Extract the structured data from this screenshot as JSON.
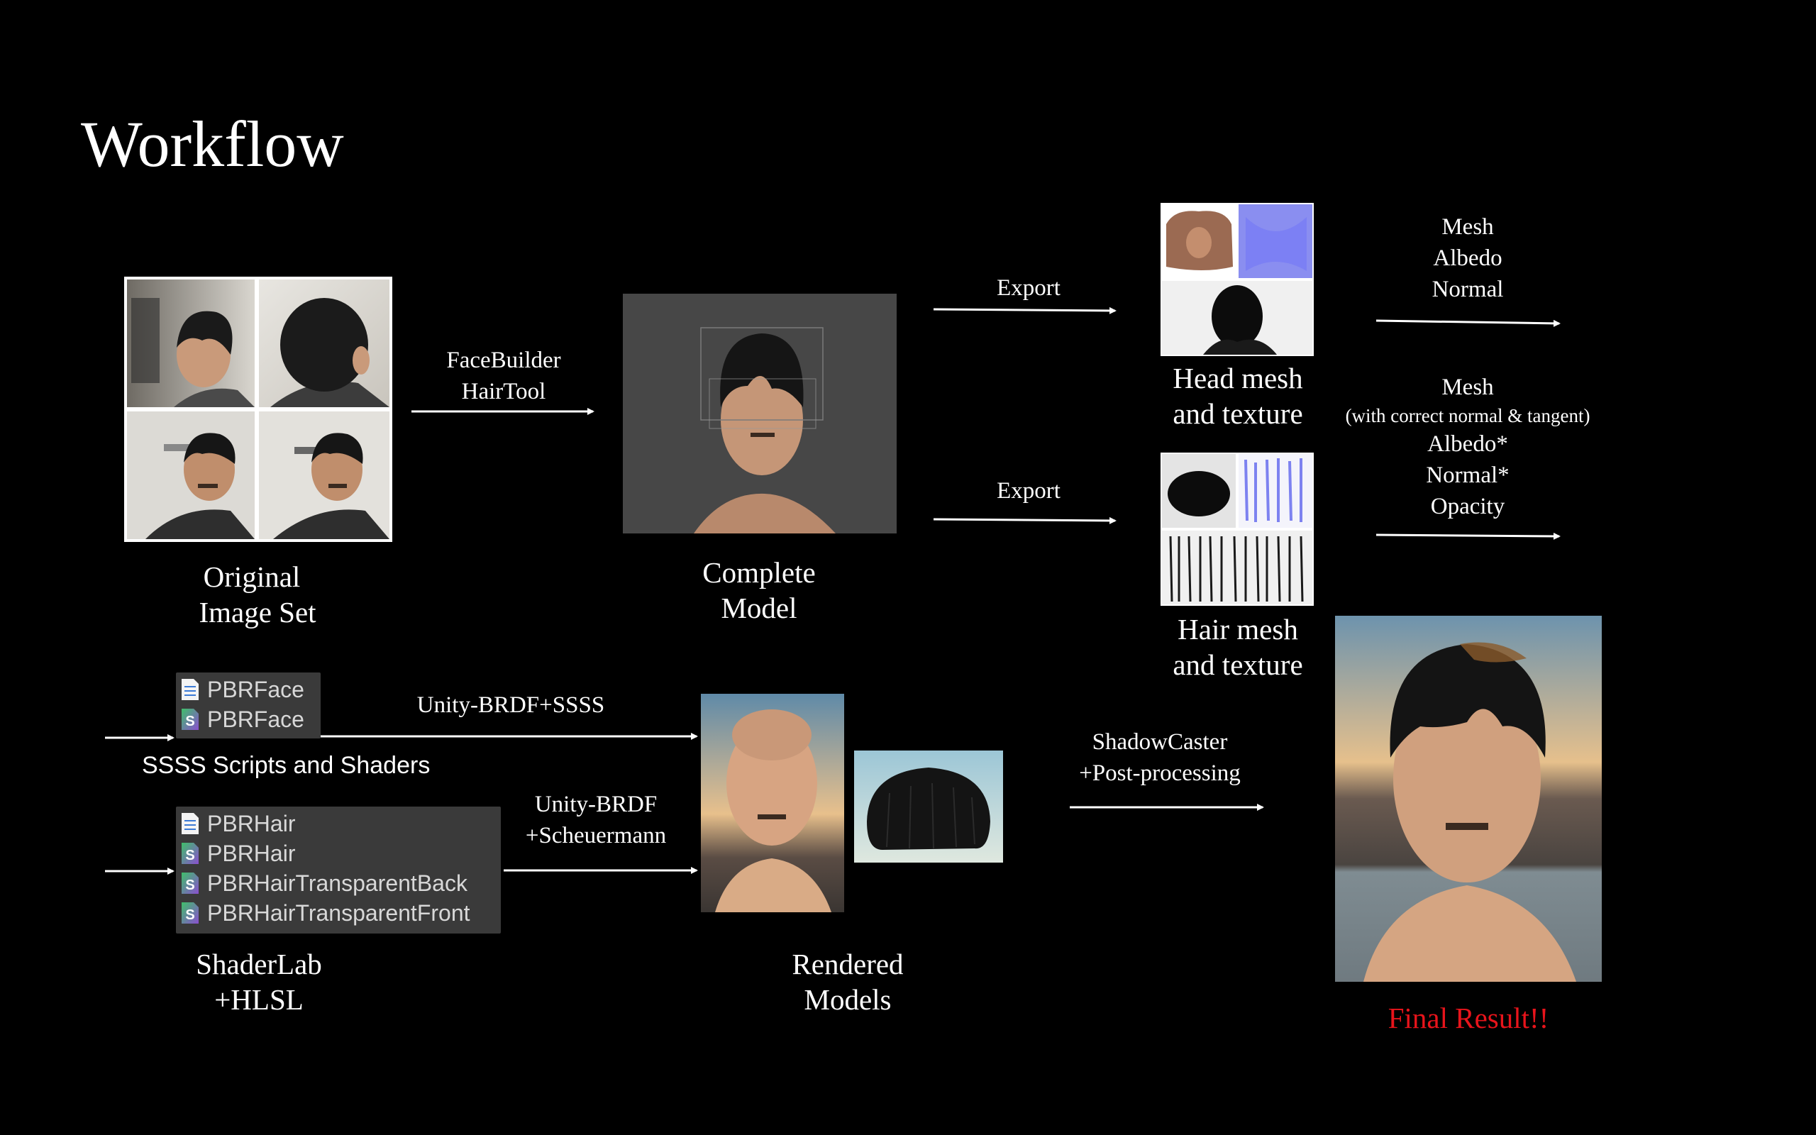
{
  "title": "Workflow",
  "original": {
    "line1": "Original",
    "line2": "Image Set"
  },
  "step1": {
    "line1": "FaceBuilder",
    "line2": "HairTool"
  },
  "complete_model": {
    "line1": "Complete",
    "line2": "Model"
  },
  "export_head": "Export",
  "export_hair": "Export",
  "head_mesh": {
    "line1": "Head mesh",
    "line2": "and texture"
  },
  "hair_mesh": {
    "line1": "Hair mesh",
    "line2": "and texture"
  },
  "head_outputs": {
    "line1": "Mesh",
    "line2": "Albedo",
    "line3": "Normal"
  },
  "hair_outputs": {
    "line1": "Mesh",
    "line2": "(with correct normal & tangent)",
    "line3": "Albedo*",
    "line4": "Normal*",
    "line5": "Opacity"
  },
  "face_files": {
    "items": [
      {
        "icon": "script-doc-icon",
        "name": "PBRFace"
      },
      {
        "icon": "shader-icon",
        "name": "PBRFace"
      }
    ],
    "caption": "SSSS Scripts and Shaders"
  },
  "face_pipeline": "Unity-BRDF+SSSS",
  "hair_files": {
    "items": [
      {
        "icon": "script-doc-icon",
        "name": "PBRHair"
      },
      {
        "icon": "shader-icon",
        "name": "PBRHair"
      },
      {
        "icon": "shader-icon",
        "name": "PBRHairTransparentBack"
      },
      {
        "icon": "shader-icon",
        "name": "PBRHairTransparentFront"
      }
    ]
  },
  "hair_pipeline": {
    "line1": "Unity-BRDF",
    "line2": "+Scheuermann"
  },
  "shaderlab": {
    "line1": "ShaderLab",
    "line2": "+HLSL"
  },
  "rendered": {
    "line1": "Rendered",
    "line2": "Models"
  },
  "postproc": {
    "line1": "ShadowCaster",
    "line2": "+Post-processing"
  },
  "final": "Final Result!!",
  "colors": {
    "background": "#000000",
    "text": "#ffffff",
    "final_text": "#e8141b",
    "panel": "#3a3a3a"
  }
}
